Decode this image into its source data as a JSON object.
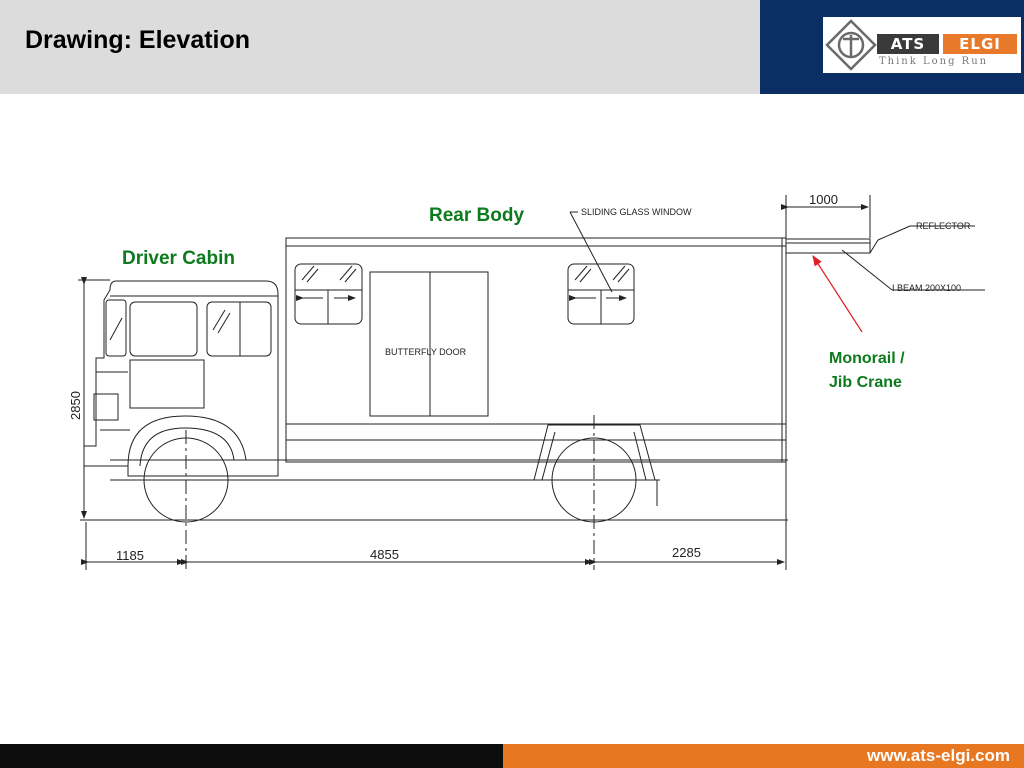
{
  "header": {
    "title": "Drawing: Elevation"
  },
  "logo": {
    "name_left": "ATS",
    "name_right": "ELGI",
    "tagline": "Think Long Run"
  },
  "labels": {
    "rear_body": "Rear Body",
    "driver_cabin": "Driver Cabin",
    "monorail": "Monorail /",
    "jib_crane": "Jib Crane"
  },
  "drawing_text": {
    "sliding_glass_window": "SLIDING  GLASS  WINDOW",
    "reflector": "REFLECTOR",
    "i_beam": "I  BEAM  200X100",
    "butterfly_door": "BUTTERFLY  DOOR"
  },
  "dimensions": {
    "beam_overhang": "1000",
    "height": "2850",
    "front": "1185",
    "wheelbase": "4855",
    "rear": "2285"
  },
  "colors": {
    "label_green": "#0c7a1d",
    "leader_red": "#e0202a",
    "brand_navy": "#0b2f64",
    "brand_orange": "#e87722"
  },
  "footer": {
    "url": "www.ats-elgi.com"
  }
}
